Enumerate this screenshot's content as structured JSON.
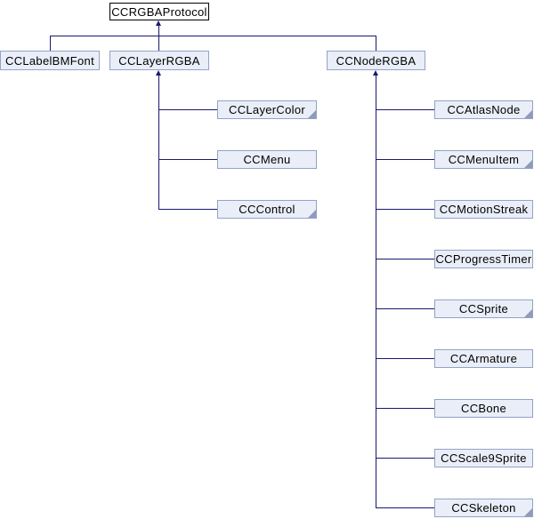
{
  "diagram": {
    "kind": "class-inheritance-graph",
    "root": {
      "label": "CCRGBAProtocol"
    }
  },
  "level1": [
    {
      "label": "CCLabelBMFont",
      "truncated": false
    },
    {
      "label": "CCLayerRGBA",
      "truncated": false
    },
    {
      "label": "CCNodeRGBA",
      "truncated": false
    }
  ],
  "layerrgba_children": [
    {
      "label": "CCLayerColor",
      "truncated": true
    },
    {
      "label": "CCMenu",
      "truncated": false
    },
    {
      "label": "CCControl",
      "truncated": true
    }
  ],
  "nodergba_children": [
    {
      "label": "CCAtlasNode",
      "truncated": true
    },
    {
      "label": "CCMenuItem",
      "truncated": true
    },
    {
      "label": "CCMotionStreak",
      "truncated": false
    },
    {
      "label": "CCProgressTimer",
      "truncated": false
    },
    {
      "label": "CCSprite",
      "truncated": true
    },
    {
      "label": "CCArmature",
      "truncated": false
    },
    {
      "label": "CCBone",
      "truncated": false
    },
    {
      "label": "CCScale9Sprite",
      "truncated": false
    },
    {
      "label": "CCSkeleton",
      "truncated": true
    }
  ],
  "colors": {
    "background": "#ffffff",
    "root_fill": "#ffffff",
    "root_border": "#000000",
    "node_fill": "#e9eef8",
    "node_border": "#95a2c6",
    "connector": "#191970",
    "fold_marker": "#8f9bbc",
    "text": "#000000"
  }
}
